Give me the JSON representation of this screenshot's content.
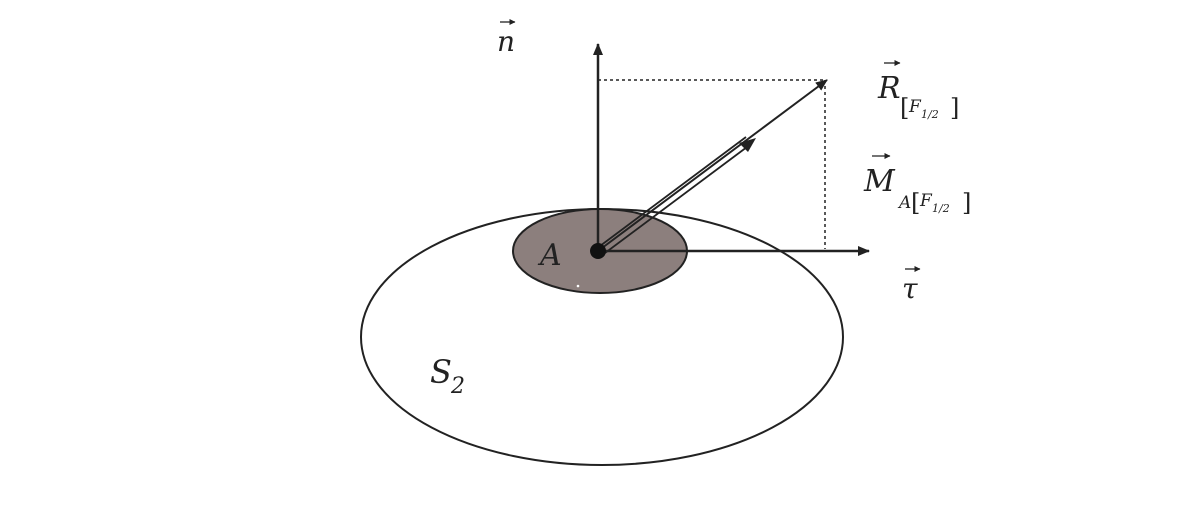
{
  "labels": {
    "n": "n",
    "tau": "τ",
    "R": "R",
    "R_sub_F": "F",
    "R_sub_idx": "1/2",
    "M": "M",
    "M_sub_A": "A",
    "M_sub_F": "F",
    "M_sub_idx": "1/2",
    "A": "A",
    "S": "S",
    "S_sub": "2",
    "bracket_open": "[",
    "bracket_close": "]"
  },
  "colors": {
    "stroke": "#222222",
    "contact_fill": "#8c7f7d",
    "surface_fill": "#ffffff"
  }
}
